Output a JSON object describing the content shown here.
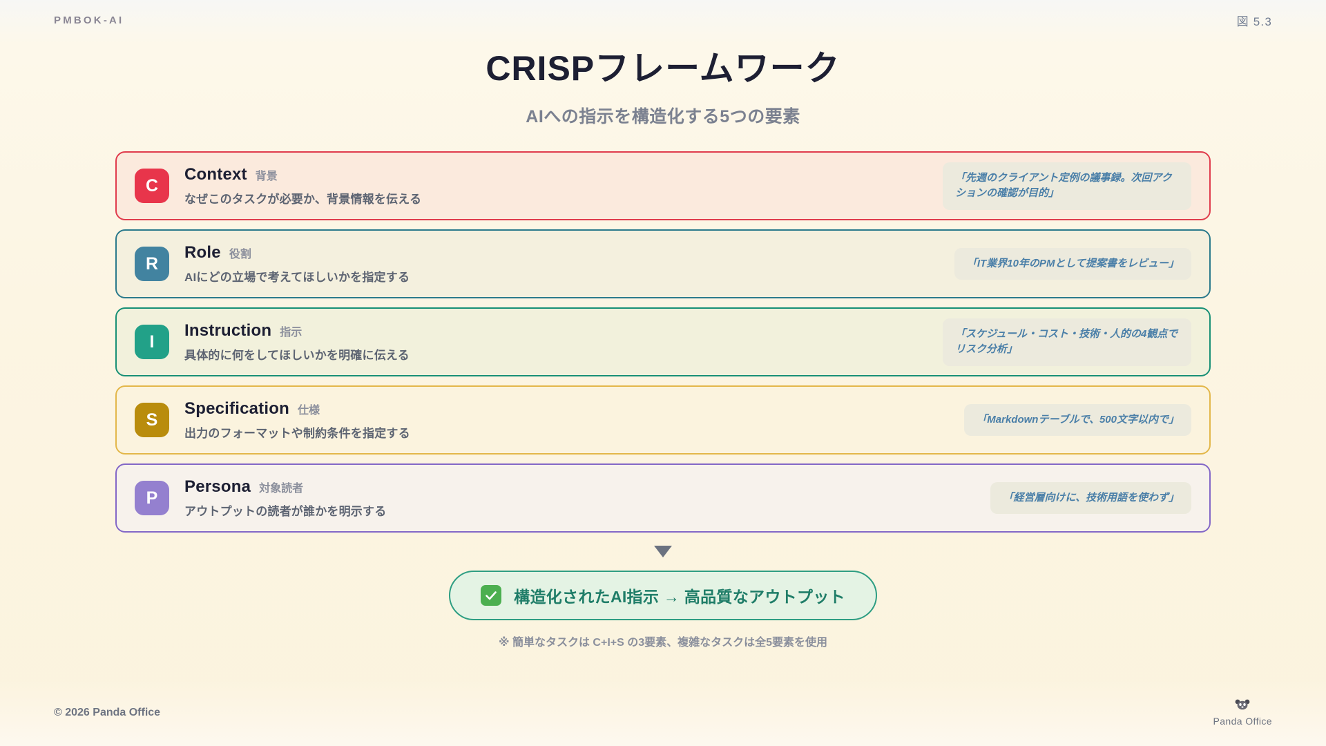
{
  "header": {
    "brand": "PMBOK-AI",
    "figure_number": "図 5.3"
  },
  "title": {
    "main": "CRISPフレームワーク",
    "sub": "AIへの指示を構造化する5つの要素"
  },
  "rows": [
    {
      "letter": "C",
      "en_name": "Context",
      "jp_name": "背景",
      "desc": "なぜこのタスクが必要か、背景情報を伝える",
      "example": "「先週のクライアント定例の議事録。次回アクションの確認が目的」",
      "accent": "#e03c4d",
      "badge_color": "#e8354b",
      "bg": "#fbeadd"
    },
    {
      "letter": "R",
      "en_name": "Role",
      "jp_name": "役割",
      "desc": "AIにどの立場で考えてほしいかを指定する",
      "example": "「IT業界10年のPMとして提案書をレビュー」",
      "accent": "#2b7a8c",
      "badge_color": "#4283a0",
      "bg": "#f4f0de"
    },
    {
      "letter": "I",
      "en_name": "Instruction",
      "jp_name": "指示",
      "desc": "具体的に何をしてほしいかを明確に伝える",
      "example": "「スケジュール・コスト・技術・人的の4観点でリスク分析」",
      "accent": "#189076",
      "badge_color": "#22a188",
      "bg": "#f2f1dc"
    },
    {
      "letter": "S",
      "en_name": "Specification",
      "jp_name": "仕様",
      "desc": "出力のフォーマットや制約条件を指定する",
      "example": "「Markdownテーブルで、500文字以内で」",
      "accent": "#e3b74a",
      "badge_color": "#b98c0c",
      "bg": "#fbf3de"
    },
    {
      "letter": "P",
      "en_name": "Persona",
      "jp_name": "対象読者",
      "desc": "アウトプットの読者が誰かを明示する",
      "example": "「経営層向けに、技術用語を使わず」",
      "accent": "#8367c7",
      "badge_color": "#9480cf",
      "bg": "#f7f2ec"
    }
  ],
  "conclusion": {
    "icon": "check-square-icon",
    "text": "構造化されたAI指示 → 高品質なアウトプット",
    "footnote": "※ 簡単なタスクは C+I+S の3要素、複雑なタスクは全5要素を使用"
  },
  "footer": {
    "copyright": "© 2026 Panda Office",
    "logo_text": "Panda Office",
    "logo_icon": "panda-icon"
  },
  "colors": {
    "page_bg": "#fbf3de",
    "title": "#1d1f33",
    "subtitle": "#7b8190",
    "example_text": "#4a7fa8",
    "conclusion_border": "#2e9e83",
    "conclusion_bg": "#e4f3e4",
    "check_green": "#4caf50"
  }
}
